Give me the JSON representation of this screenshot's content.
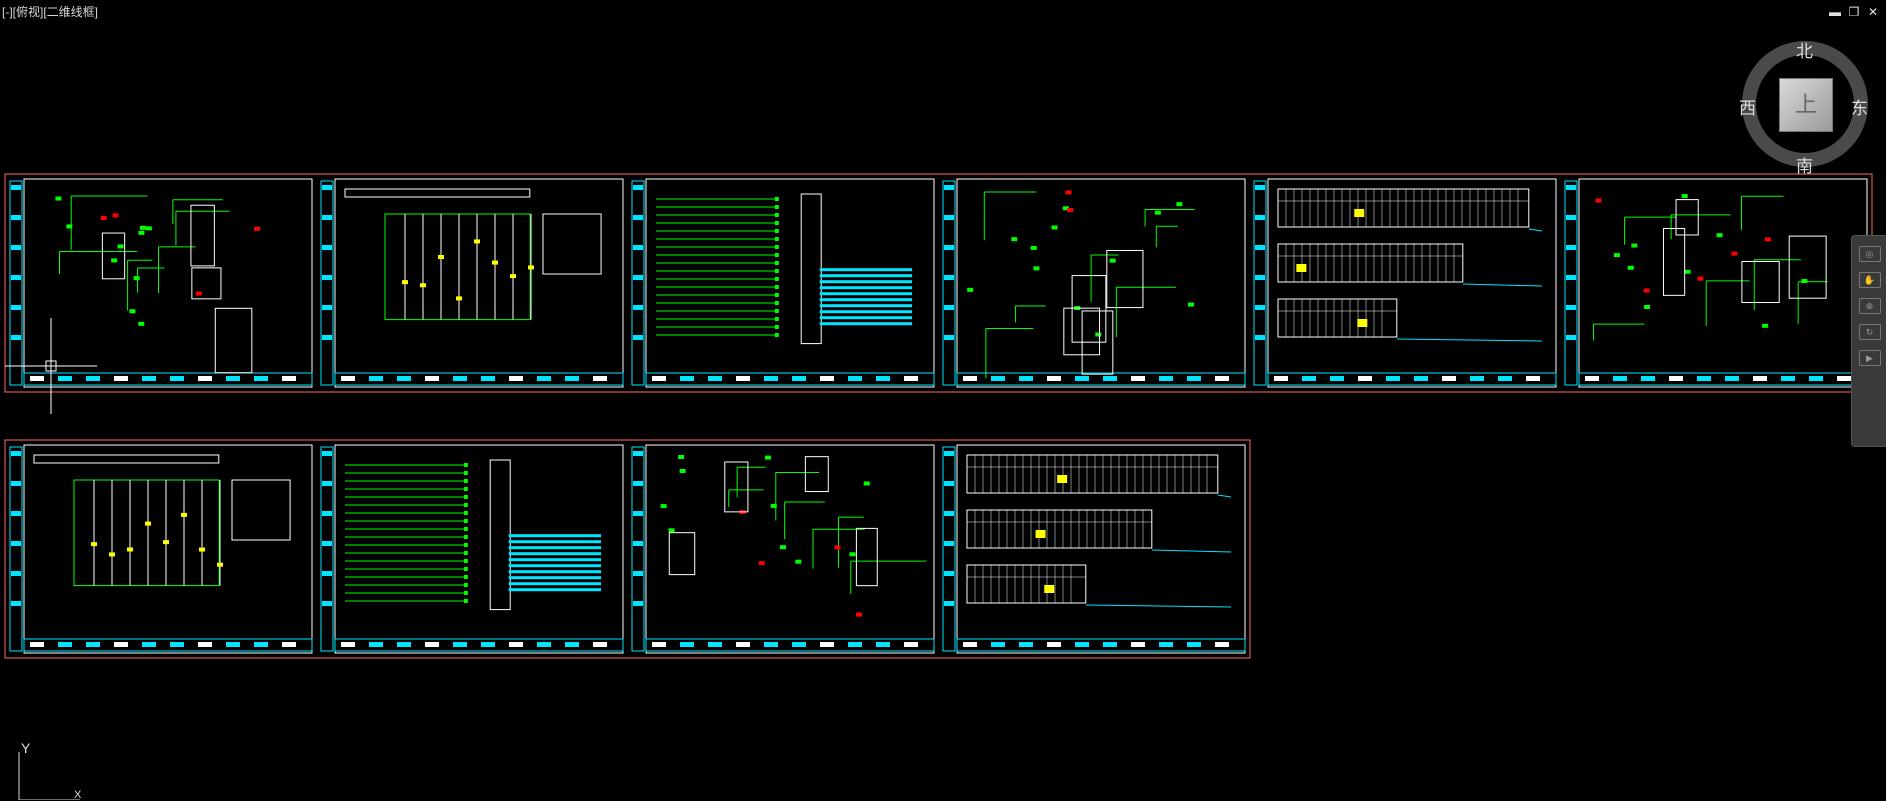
{
  "viewport": {
    "label": "[-][俯视][二维线框]"
  },
  "window_controls": {
    "minimize": "▬",
    "restore": "❐",
    "close": "✕"
  },
  "viewcube": {
    "north": "北",
    "south": "南",
    "east": "东",
    "west": "西",
    "top_face": "上"
  },
  "ucs": {
    "y_label": "Y",
    "x_label": "X"
  },
  "sheets": {
    "count_row1": 6,
    "count_row2": 4
  },
  "colors": {
    "background": "#000000",
    "frame": "#ff6a6a",
    "border": "#ffffff",
    "line": "#00ff00",
    "title_block": "#00e5ff",
    "tag_red": "#ff0000",
    "tag_yellow": "#ffff00"
  }
}
